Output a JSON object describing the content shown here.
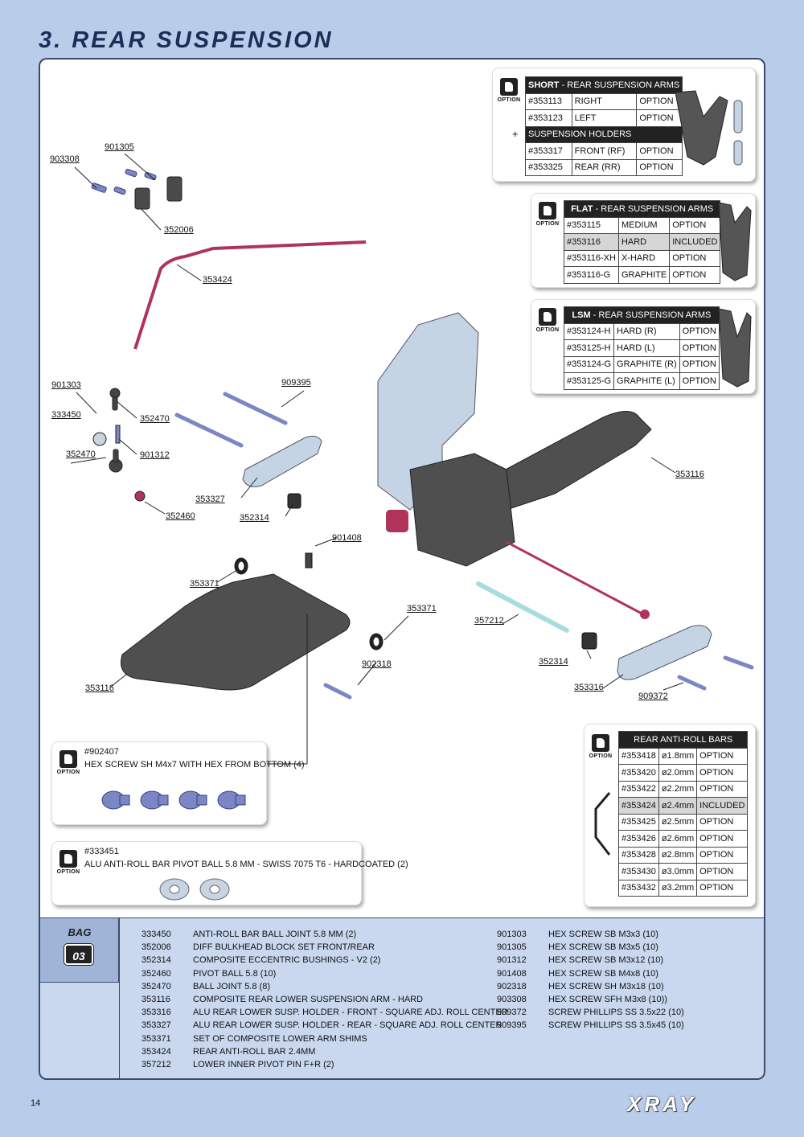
{
  "section_title": "3. REAR SUSPENSION",
  "option_label": "OPTION",
  "short_arms": {
    "header_bold": "SHORT",
    "header_rest": " - REAR SUSPENSION ARMS",
    "rows": [
      {
        "code": "#353113",
        "desc": "RIGHT",
        "status": "OPTION"
      },
      {
        "code": "#353123",
        "desc": "LEFT",
        "status": "OPTION"
      }
    ],
    "plus": "+",
    "holders_header": "SUSPENSION HOLDERS",
    "holders_rows": [
      {
        "code": "#353317",
        "desc": "FRONT (RF)",
        "status": "OPTION"
      },
      {
        "code": "#353325",
        "desc": "REAR (RR)",
        "status": "OPTION"
      }
    ]
  },
  "flat_arms": {
    "header_bold": "FLAT",
    "header_rest": " - REAR SUSPENSION ARMS",
    "rows": [
      {
        "code": "#353115",
        "desc": "MEDIUM",
        "status": "OPTION"
      },
      {
        "code": "#353116",
        "desc": "HARD",
        "status": "INCLUDED"
      },
      {
        "code": "#353116-XH",
        "desc": "X-HARD",
        "status": "OPTION"
      },
      {
        "code": "#353116-G",
        "desc": "GRAPHITE",
        "status": "OPTION"
      }
    ]
  },
  "lsm_arms": {
    "header_bold": "LSM",
    "header_rest": " - REAR SUSPENSION ARMS",
    "rows": [
      {
        "code": "#353124-H",
        "desc": "HARD (R)",
        "status": "OPTION"
      },
      {
        "code": "#353125-H",
        "desc": "HARD (L)",
        "status": "OPTION"
      },
      {
        "code": "#353124-G",
        "desc": "GRAPHITE (R)",
        "status": "OPTION"
      },
      {
        "code": "#353125-G",
        "desc": "GRAPHITE (L)",
        "status": "OPTION"
      }
    ]
  },
  "antiroll_bars": {
    "header": "REAR ANTI-ROLL BARS",
    "rows": [
      {
        "code": "#353418",
        "desc": "ø1.8mm",
        "status": "OPTION"
      },
      {
        "code": "#353420",
        "desc": "ø2.0mm",
        "status": "OPTION"
      },
      {
        "code": "#353422",
        "desc": "ø2.2mm",
        "status": "OPTION"
      },
      {
        "code": "#353424",
        "desc": "ø2.4mm",
        "status": "INCLUDED"
      },
      {
        "code": "#353425",
        "desc": "ø2.5mm",
        "status": "OPTION"
      },
      {
        "code": "#353426",
        "desc": "ø2.6mm",
        "status": "OPTION"
      },
      {
        "code": "#353428",
        "desc": "ø2.8mm",
        "status": "OPTION"
      },
      {
        "code": "#353430",
        "desc": "ø3.0mm",
        "status": "OPTION"
      },
      {
        "code": "#353432",
        "desc": "ø3.2mm",
        "status": "OPTION"
      }
    ]
  },
  "option_902407": {
    "code": "#902407",
    "desc": "HEX SCREW SH M4x7 WITH HEX FROM BOTTOM  (4)"
  },
  "option_333451": {
    "code": "#333451",
    "desc": "ALU ANTI-ROLL BAR PIVOT BALL 5.8 MM - SWISS 7075 T6 - HARDCOATED (2)"
  },
  "labels": [
    "901305",
    "903308",
    "352006",
    "353424",
    "901303",
    "333450",
    "352470",
    "352470",
    "901312",
    "352460",
    "909395",
    "353327",
    "352314",
    "901408",
    "353371",
    "353116",
    "353371",
    "902318",
    "357212",
    "352314",
    "353316",
    "909372",
    "353116"
  ],
  "bag": {
    "label": "BAG",
    "number": "03"
  },
  "parts_left": [
    {
      "code": "333450",
      "desc": "ANTI-ROLL BAR BALL JOINT 5.8 MM (2)"
    },
    {
      "code": "352006",
      "desc": "DIFF BULKHEAD BLOCK SET FRONT/REAR"
    },
    {
      "code": "352314",
      "desc": "COMPOSITE ECCENTRIC BUSHINGS - V2 (2)"
    },
    {
      "code": "352460",
      "desc": "PIVOT BALL 5.8 (10)"
    },
    {
      "code": "352470",
      "desc": "BALL JOINT 5.8 (8)"
    },
    {
      "code": "353116",
      "desc": "COMPOSITE REAR LOWER SUSPENSION ARM - HARD"
    },
    {
      "code": "353316",
      "desc": "ALU REAR LOWER SUSP. HOLDER - FRONT - SQUARE ADJ. ROLL CENTER"
    },
    {
      "code": "353327",
      "desc": "ALU REAR LOWER SUSP. HOLDER - REAR - SQUARE ADJ. ROLL CENTER"
    },
    {
      "code": "353371",
      "desc": "SET OF COMPOSITE LOWER ARM SHIMS"
    },
    {
      "code": "353424",
      "desc": "REAR ANTI-ROLL BAR 2.4MM"
    },
    {
      "code": "357212",
      "desc": "LOWER INNER PIVOT PIN F+R  (2)"
    }
  ],
  "parts_right": [
    {
      "code": "901303",
      "desc": "HEX SCREW  SB M3x3  (10)"
    },
    {
      "code": "901305",
      "desc": "HEX SCREW  SB M3x5  (10)"
    },
    {
      "code": "901312",
      "desc": "HEX SCREW  SB M3x12  (10)"
    },
    {
      "code": "901408",
      "desc": "HEX SCREW  SB M4x8  (10)"
    },
    {
      "code": "902318",
      "desc": "HEX SCREW  SH M3x18  (10)"
    },
    {
      "code": "903308",
      "desc": "HEX SCREW  SFH M3x8  (10))"
    },
    {
      "code": "909372",
      "desc": "SCREW PHILLIPS SS 3.5x22  (10)"
    },
    {
      "code": "909395",
      "desc": "SCREW PHILLIPS SS 3.5x45  (10)"
    }
  ],
  "page_number": "14",
  "brand": "XRAY"
}
